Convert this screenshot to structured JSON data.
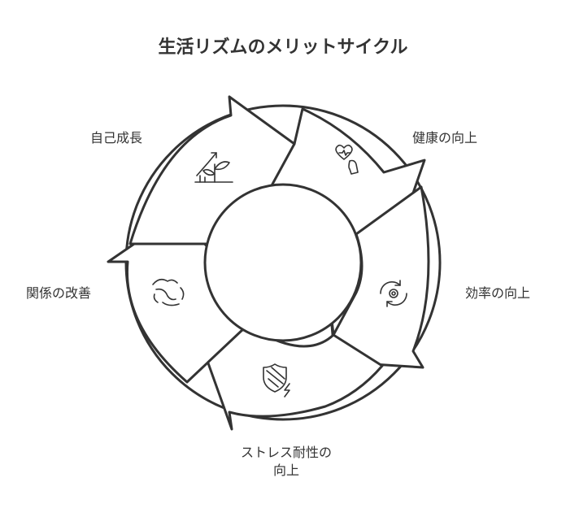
{
  "title": "生活リズムのメリットサイクル",
  "stages": [
    {
      "label": "健康の向上",
      "icon": "heart-arm-icon"
    },
    {
      "label": "効率の向上",
      "icon": "gear-cycle-icon"
    },
    {
      "label": "ストレス耐性の\n向上",
      "icon": "shield-bolt-icon"
    },
    {
      "label": "関係の改善",
      "icon": "handshake-icon"
    },
    {
      "label": "自己成長",
      "icon": "growth-plant-icon"
    }
  ],
  "colors": {
    "stroke": "#333333",
    "fill": "#ffffff",
    "text": "#333333"
  }
}
